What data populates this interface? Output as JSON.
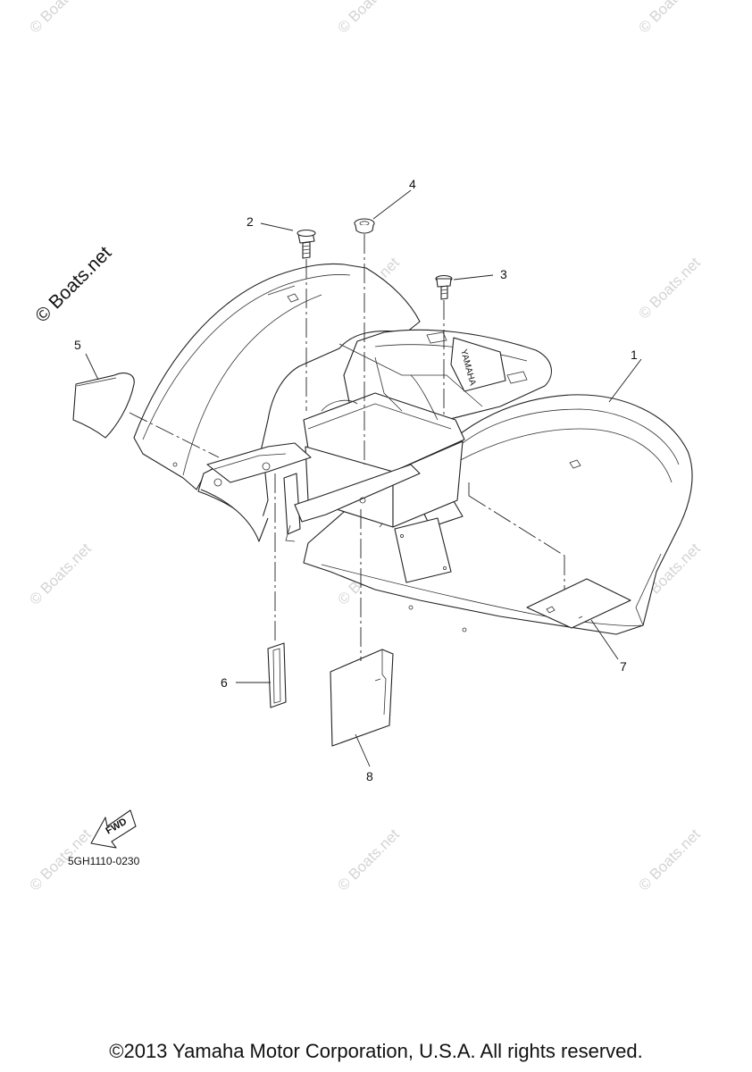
{
  "watermark": {
    "brand": "© Boats.net",
    "tile": "© Boats.net"
  },
  "callouts": [
    "1",
    "2",
    "3",
    "4",
    "5",
    "6",
    "7",
    "8"
  ],
  "fwd_label": "FWD",
  "fender_logo": "YAMAHA",
  "diagram_code": "5GH1110-0230",
  "copyright": "©2013 Yamaha Motor Corporation, U.S.A. All rights reserved."
}
